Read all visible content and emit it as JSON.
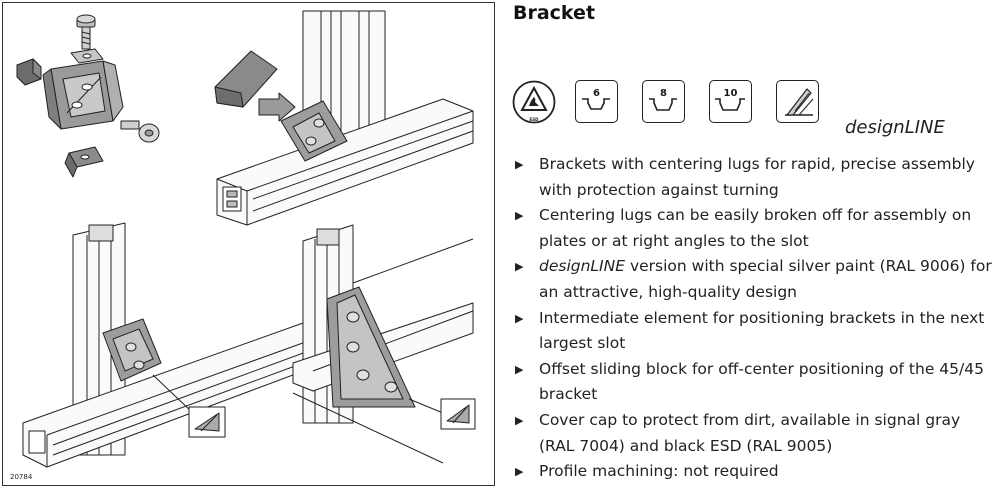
{
  "title": "Bracket",
  "figure_number": "20784",
  "symbols": {
    "esd_label": "ESD",
    "slot_sizes": [
      "6",
      "8",
      "10"
    ],
    "icon_names": [
      "esd-icon",
      "slot-6-icon",
      "slot-8-icon",
      "slot-10-icon",
      "design-line-icon"
    ],
    "design_line_label": "designLINE"
  },
  "features": [
    {
      "emph": "",
      "text": "Brackets with centering lugs for rapid, precise assembly with protection against turning"
    },
    {
      "emph": "",
      "text": "Centering lugs can be easily broken off for assembly on plates or at right angles to the slot"
    },
    {
      "emph": "designLINE",
      "text": " version with special silver paint (RAL 9006) for an attractive, high-quality design"
    },
    {
      "emph": "",
      "text": "Intermediate element for positioning brackets in the next largest slot"
    },
    {
      "emph": "",
      "text": "Offset sliding block for off-center positioning of the 45/45 bracket"
    },
    {
      "emph": "",
      "text": "Cover cap to protect from dirt, available in signal gray (RAL 7004) and black ESD (RAL 9005)"
    },
    {
      "emph": "",
      "text": "Profile machining: not required"
    }
  ],
  "colors": {
    "ink": "#222222",
    "part_gray": "#9a9a9a",
    "part_light": "#d4d4d4",
    "paper": "#ffffff"
  }
}
